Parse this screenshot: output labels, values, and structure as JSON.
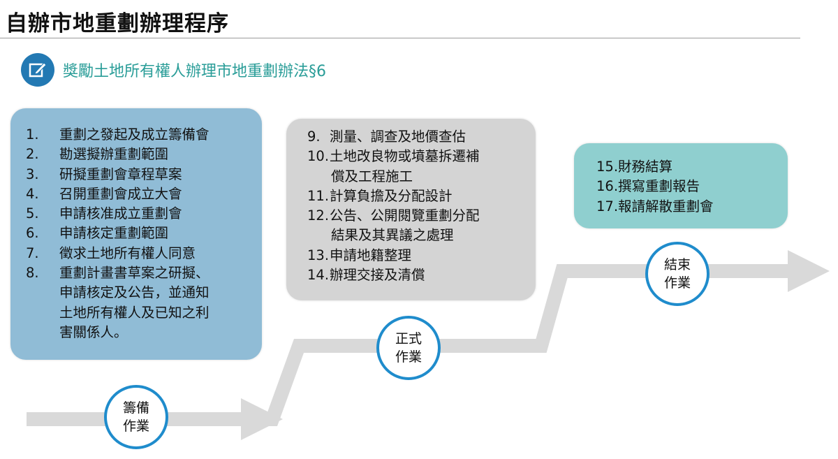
{
  "title": "自辦市地重劃辦理程序",
  "subtitle": {
    "icon": "edit-icon",
    "text": "獎勵土地所有權人辦理市地重劃辦法§6"
  },
  "stages": [
    {
      "label_line1": "籌備",
      "label_line2": "作業",
      "color": "#90bcd6",
      "items": [
        {
          "num": "1.",
          "text": "重劃之發起及成立籌備會"
        },
        {
          "num": "2.",
          "text": "勘選擬辦重劃範圍"
        },
        {
          "num": "3.",
          "text": "研擬重劃會章程草案"
        },
        {
          "num": "4.",
          "text": "召開重劃會成立大會"
        },
        {
          "num": "5.",
          "text": "申請核准成立重劃會"
        },
        {
          "num": "6.",
          "text": "申請核定重劃範圍"
        },
        {
          "num": "7.",
          "text": "徵求土地所有權人同意"
        },
        {
          "num": "8.",
          "text": "重劃計畫書草案之研擬、",
          "cont": [
            "申請核定及公告，並通知",
            "土地所有權人及已知之利",
            "害關係人。"
          ]
        }
      ]
    },
    {
      "label_line1": "正式",
      "label_line2": "作業",
      "color": "#d4d4d4",
      "items": [
        {
          "num": "9.",
          "text": "測量、調查及地價查估"
        },
        {
          "num": "10.",
          "text": "土地改良物或墳墓拆遷補",
          "cont": [
            "償及工程施工"
          ]
        },
        {
          "num": "11.",
          "text": "計算負擔及分配設計"
        },
        {
          "num": "12.",
          "text": "公告、公開閱覽重劃分配",
          "cont": [
            "結果及其異議之處理"
          ]
        },
        {
          "num": "13.",
          "text": "申請地籍整理"
        },
        {
          "num": "14.",
          "text": "辦理交接及清償"
        }
      ]
    },
    {
      "label_line1": "結束",
      "label_line2": "作業",
      "color": "#8fcfcf",
      "items": [
        {
          "num": "15.",
          "text": "財務結算"
        },
        {
          "num": "16.",
          "text": "撰寫重劃報告"
        },
        {
          "num": "17.",
          "text": "報請解散重劃會"
        }
      ]
    }
  ]
}
